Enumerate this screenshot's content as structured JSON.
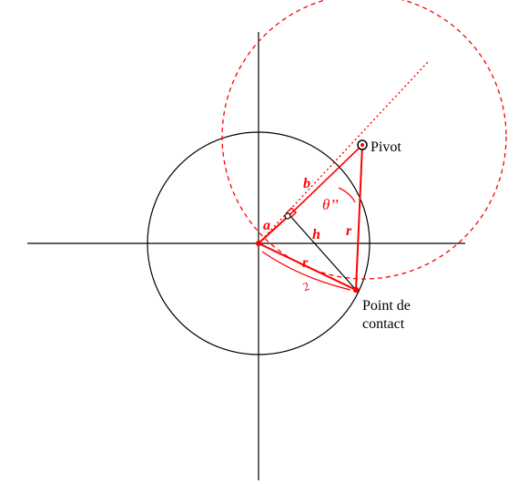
{
  "colors": {
    "construction": "#ff0000",
    "axes": "#000000",
    "background": "#ffffff"
  },
  "labels": {
    "pivot": "Pivot",
    "contact_line1": "Point de",
    "contact_line2": "contact",
    "a": "a",
    "b": "b",
    "h": "h",
    "r_segment": "r",
    "r_vertical": "r",
    "theta": "θ’’",
    "half": "2"
  }
}
